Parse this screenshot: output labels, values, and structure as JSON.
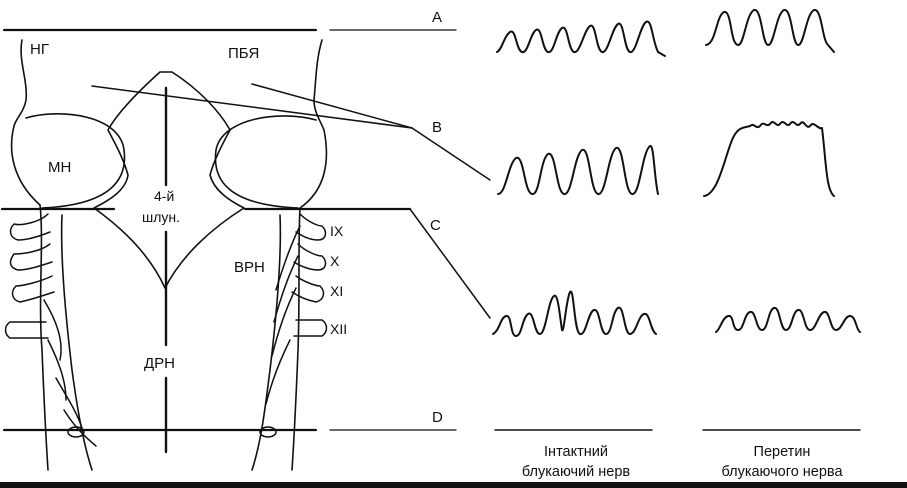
{
  "labels": {
    "ng": "НГ",
    "pbya": "ПБЯ",
    "mn": "МН",
    "ventricle_line1": "4-й",
    "ventricle_line2": "шлун.",
    "vrn": "ВРН",
    "drn": "ДРН",
    "level_a": "A",
    "level_b": "B",
    "level_c": "C",
    "level_d": "D",
    "nerve_ix": "IX",
    "nerve_x": "X",
    "nerve_xi": "XI",
    "nerve_xii": "XII"
  },
  "captions": {
    "intact_line1": "Інтактний",
    "intact_line2": "блукаючий нерв",
    "cut_line1": "Перетин",
    "cut_line2": "блукаючого нерва"
  },
  "colors": {
    "ink": "#111111",
    "background": "#ffffff"
  }
}
